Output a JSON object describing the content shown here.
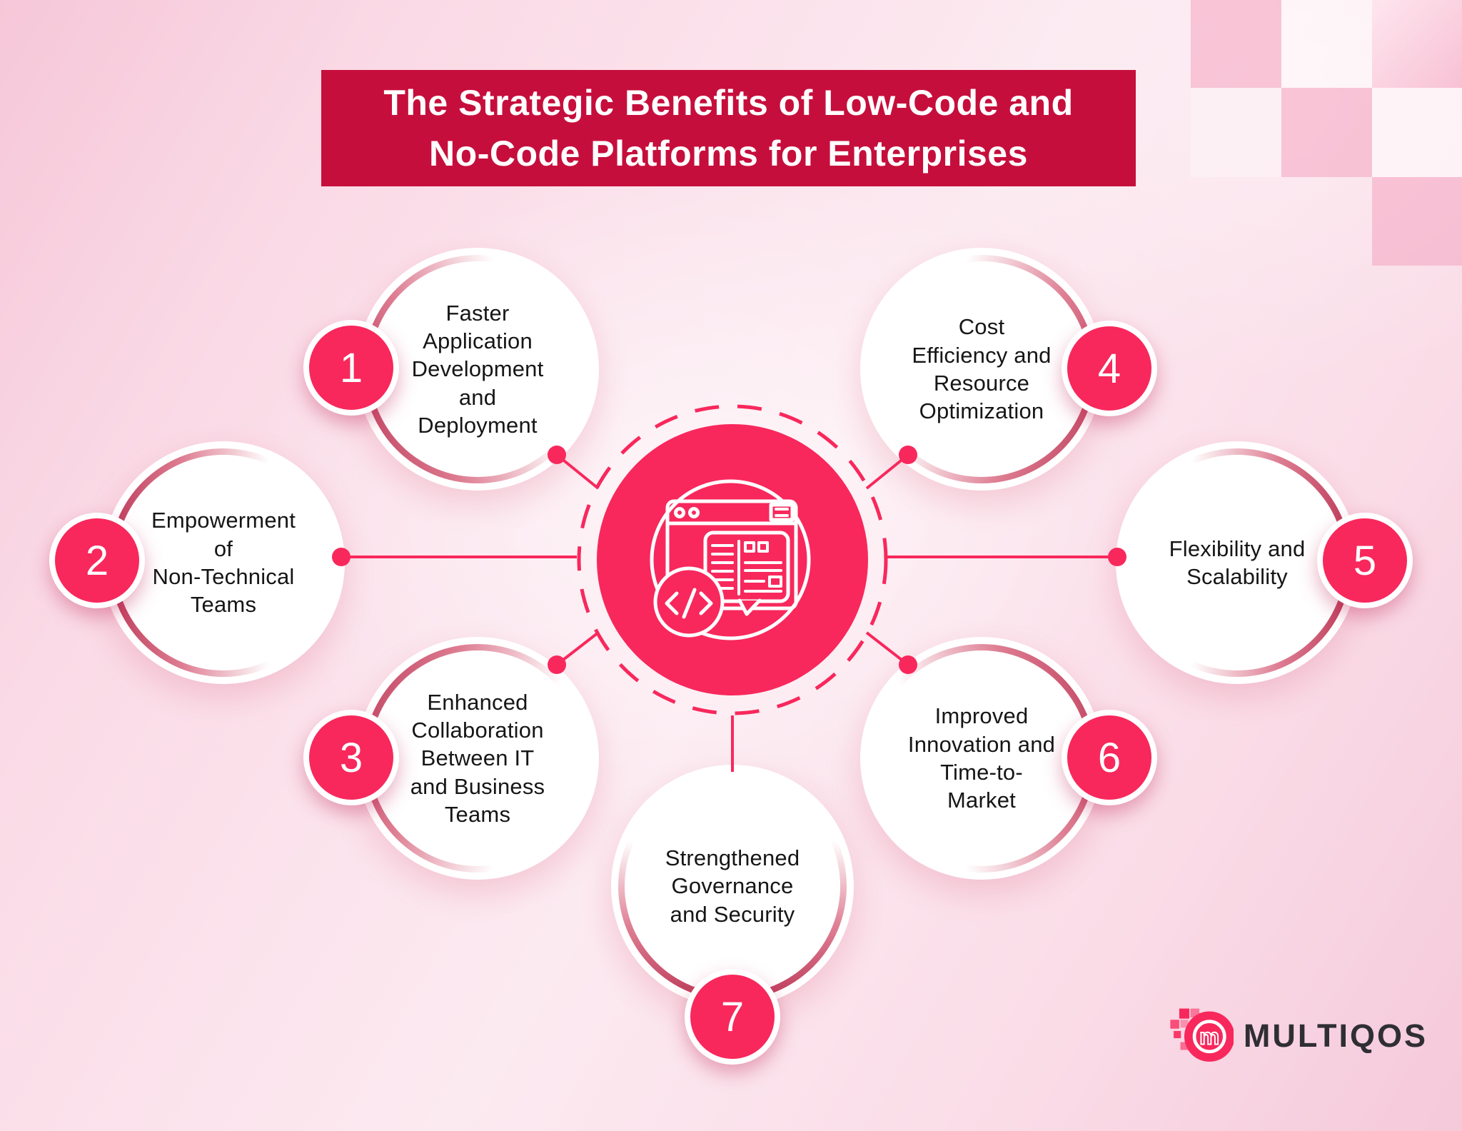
{
  "title": {
    "text": "The Strategic Benefits of Low-Code and\nNo-Code Platforms for Enterprises"
  },
  "benefits": [
    {
      "number": "1",
      "label": "Faster\nApplication\nDevelopment\nand\nDeployment"
    },
    {
      "number": "2",
      "label": "Empowerment\nof\nNon-Technical\nTeams"
    },
    {
      "number": "3",
      "label": "Enhanced\nCollaboration\nBetween IT\nand Business\nTeams"
    },
    {
      "number": "4",
      "label": "Cost\nEfficiency and\nResource\nOptimization"
    },
    {
      "number": "5",
      "label": "Flexibility and\nScalability"
    },
    {
      "number": "6",
      "label": "Improved\nInnovation and\nTime-to-\nMarket"
    },
    {
      "number": "7",
      "label": "Strengthened\nGovernance\nand Security"
    }
  ],
  "center_icon": "low-code-browser-window-with-code-bubble-icon",
  "logo": {
    "brand": "MULTIQOS",
    "monogram": "m",
    "mark": "multiqos-pixel-circle-mark"
  },
  "colors": {
    "accent": "#F8285C",
    "banner": "#C60E3C",
    "ring_crimson": "#BD3B59",
    "text_dark": "#161616",
    "logo_text": "#2F2F33",
    "background_pink": "#FADAE6"
  }
}
